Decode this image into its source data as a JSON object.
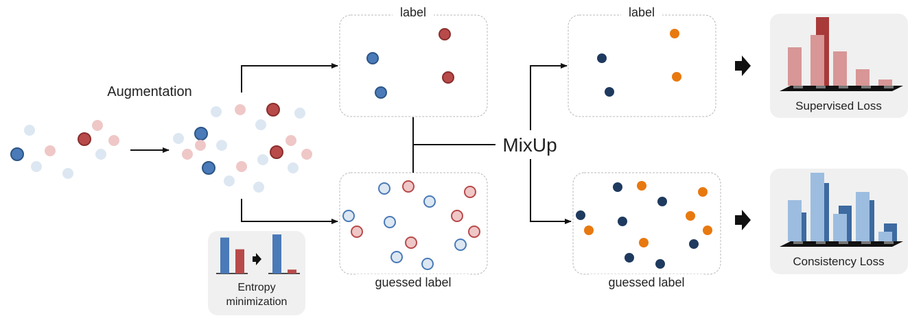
{
  "labels": {
    "augmentation": "Augmentation",
    "mixup": "MixUp",
    "label_top_left": "label",
    "label_top_right": "label",
    "guessed_label_left": "guessed label",
    "guessed_label_right": "guessed label",
    "supervised_loss": "Supervised Loss",
    "consistency_loss": "Consistency Loss",
    "entropy_line1": "Entropy",
    "entropy_line2": "minimization"
  },
  "colors": {
    "blue": "#4a7ab8",
    "blue_stroke": "#2d5586",
    "red": "#b84a4a",
    "red_stroke": "#8a2e2e",
    "light_blue": "#dce7f2",
    "light_red": "#efc7c7",
    "navy": "#1f3a5f",
    "orange": "#e8790f",
    "panel_bg": "#f0f0f0",
    "hist_red_light": "#d89696",
    "hist_red_dark": "#a83a3a",
    "hist_blue_light": "#9cbde0",
    "hist_blue_dark": "#3d6aa0"
  },
  "histograms": {
    "supervised": {
      "light": [
        0.56,
        0.74,
        0.5,
        0.24,
        0.09
      ],
      "dark": [
        0,
        1.0,
        0,
        0,
        0
      ]
    },
    "consistency": {
      "light": [
        0.6,
        1.0,
        0.4,
        0.72,
        0.14
      ],
      "dark": [
        0.42,
        0.85,
        0.52,
        0.6,
        0.26
      ]
    }
  },
  "entropy": {
    "before": [
      0.92,
      0.62
    ],
    "after": [
      1.0,
      0.1
    ]
  }
}
